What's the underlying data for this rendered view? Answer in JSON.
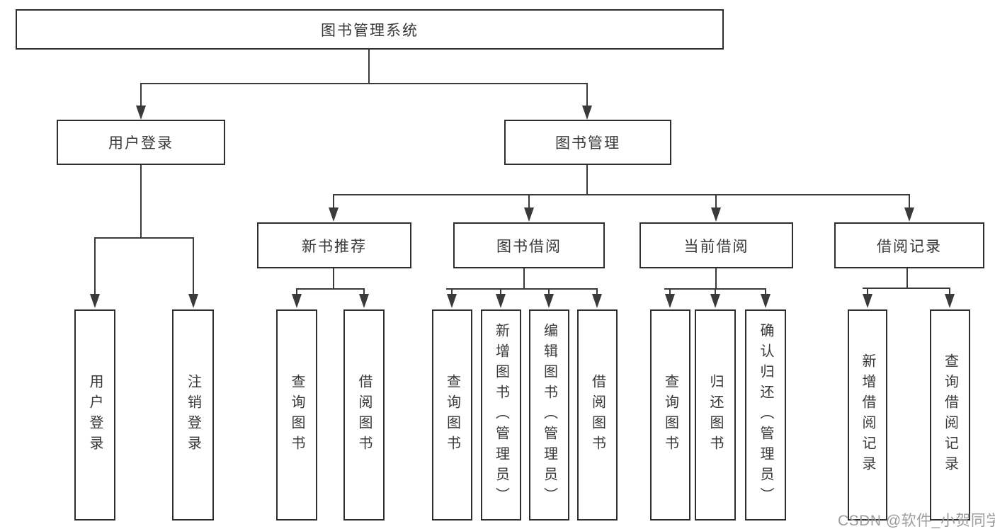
{
  "tree": {
    "label": "图书管理系统",
    "children": [
      {
        "label": "用户登录",
        "children": [
          {
            "label": "用户登录"
          },
          {
            "label": "注销登录"
          }
        ]
      },
      {
        "label": "图书管理",
        "children": [
          {
            "label": "新书推荐",
            "children": [
              {
                "label": "查询图书"
              },
              {
                "label": "借阅图书"
              }
            ]
          },
          {
            "label": "图书借阅",
            "children": [
              {
                "label": "查询图书"
              },
              {
                "label": "新增图书（管理员）"
              },
              {
                "label": "编辑图书（管理员）"
              },
              {
                "label": "借阅图书"
              }
            ]
          },
          {
            "label": "当前借阅",
            "children": [
              {
                "label": "查询图书"
              },
              {
                "label": "归还图书"
              },
              {
                "label": "确认归还（管理员）"
              }
            ]
          },
          {
            "label": "借阅记录",
            "children": [
              {
                "label": "新增借阅记录"
              },
              {
                "label": "查询借阅记录"
              }
            ]
          }
        ]
      }
    ]
  },
  "watermark": {
    "text": "CSDN @软件_小贺同学"
  },
  "colors": {
    "line": "#3a3a3a",
    "box_border": "#2e2e2e",
    "text": "#383838",
    "watermark": "#9c9c9c",
    "background": "#ffffff"
  }
}
